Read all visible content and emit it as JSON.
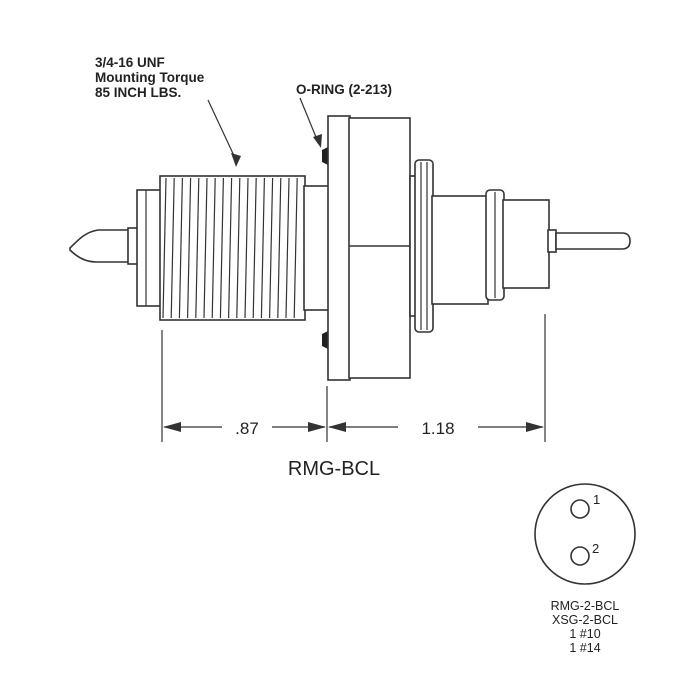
{
  "callouts": {
    "thread_line1": "3/4-16 UNF",
    "thread_line2": "Mounting Torque",
    "thread_line3": "85 INCH LBS.",
    "oring": "O-RING (2-213)"
  },
  "dimensions": {
    "left": ".87",
    "right": "1.18"
  },
  "part_name": "RMG-BCL",
  "pin_diagram": {
    "pins": [
      {
        "number": "1"
      },
      {
        "number": "2"
      }
    ],
    "lines": [
      "RMG-2-BCL",
      "XSG-2-BCL",
      "1 #10",
      "1 #14"
    ]
  }
}
